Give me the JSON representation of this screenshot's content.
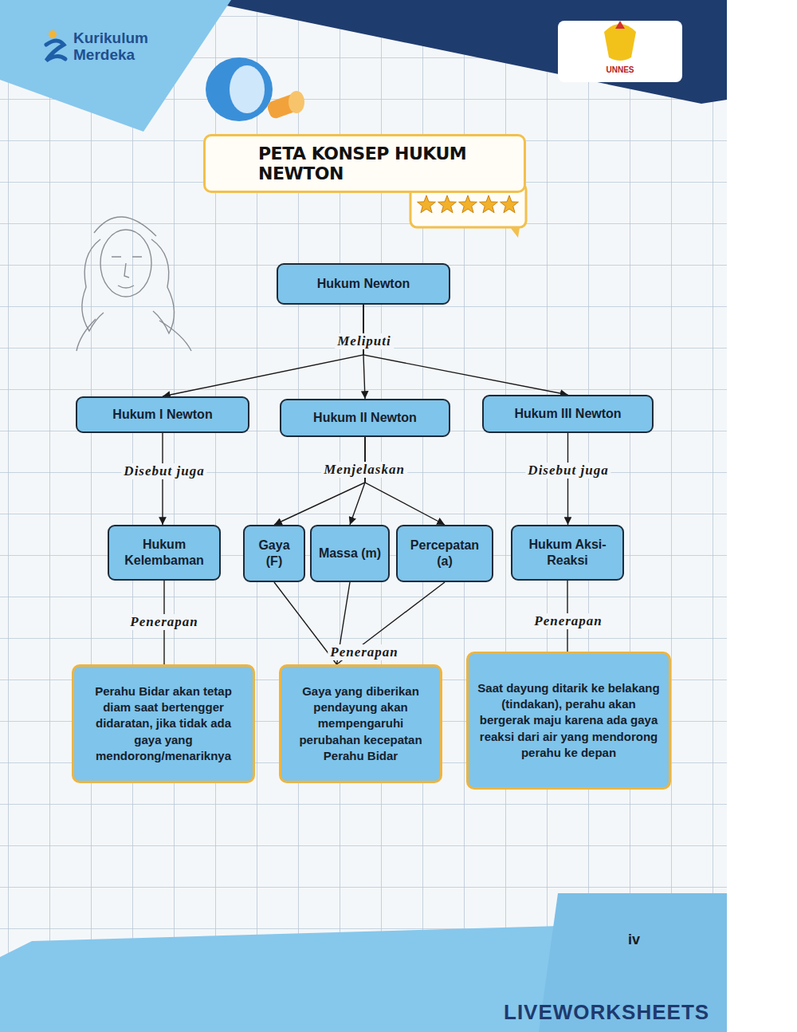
{
  "diagram": {
    "title": "PETA KONSEP HUKUM NEWTON",
    "nodes": [
      {
        "text": [
          "Hukum Newton"
        ]
      },
      {
        "text": [
          "Hukum I Newton"
        ]
      },
      {
        "text": [
          "Hukum II Newton"
        ]
      },
      {
        "text": [
          "Hukum III Newton"
        ]
      },
      {
        "text": [
          "Hukum Kelembaman"
        ]
      },
      {
        "text": [
          "Gaya (F)"
        ]
      },
      {
        "text": [
          "Massa (m)"
        ]
      },
      {
        "text": [
          "Percepatan (a)"
        ]
      },
      {
        "text": [
          "Hukum Aksi-Reaksi"
        ]
      },
      {
        "text": [
          "Perahu Bidar akan tetap diam saat bertengger didaratan, jika tidak ada gaya yang mendorong/menariknya"
        ]
      },
      {
        "text": [
          "Gaya yang diberikan pendayung akan mempengaruhi perubahan kecepatan Perahu Bidar"
        ]
      },
      {
        "text": [
          "Saat dayung ditarik ke belakang (tindakan), perahu akan bergerak maju karena ada gaya reaksi dari air yang mendorong perahu ke depan"
        ]
      }
    ],
    "edges": [
      {
        "from": 0,
        "to": 1,
        "arrow": "to"
      },
      {
        "from": 0,
        "to": 2,
        "label": "Meliputi",
        "arrow": "to"
      },
      {
        "from": 0,
        "to": 3,
        "arrow": "to"
      },
      {
        "from": 1,
        "to": 4,
        "label": "Disebut juga",
        "arrow": "to"
      },
      {
        "from": 2,
        "to": 5,
        "arrow": "to"
      },
      {
        "from": 2,
        "to": 6,
        "label": "Menjelaskan",
        "arrow": "to"
      },
      {
        "from": 2,
        "to": 7,
        "arrow": "to"
      },
      {
        "from": 3,
        "to": 8,
        "label": "Disebut juga",
        "arrow": "to"
      },
      {
        "from": 4,
        "to": 9,
        "label": "Penerapan",
        "arrow": "none"
      },
      {
        "from": 5,
        "to": 10,
        "arrow": "none"
      },
      {
        "from": 6,
        "to": 10,
        "label": "Penerapan",
        "arrow": "none"
      },
      {
        "from": 7,
        "to": 10,
        "arrow": "none"
      },
      {
        "from": 8,
        "to": 11,
        "label": "Penerapan",
        "arrow": "none"
      }
    ],
    "labels": [
      "Kurikulum Merdeka",
      "UNNES",
      "iv",
      "LIVEWORKSHEETS"
    ]
  }
}
